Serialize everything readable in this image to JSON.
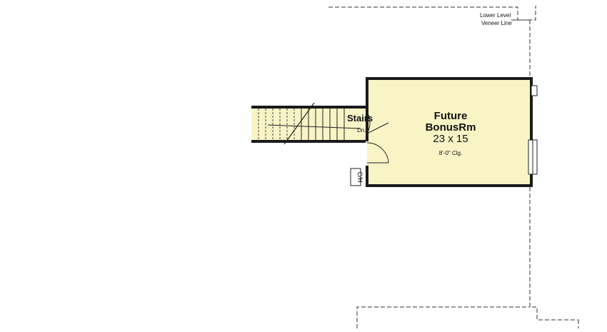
{
  "colors": {
    "room_fill": "#f9f4c6",
    "wall": "#1a1a1a",
    "dashed": "#333333",
    "background": "#ffffff"
  },
  "labels": {
    "lower_level_line1": "Lower Level",
    "lower_level_line2": "Veneer Line",
    "room_name_line1": "Future",
    "room_name_line2": "BonusRm",
    "room_dims": "23 x 15",
    "ceiling": "8'-0\" Clg.",
    "stairs": "Stairs",
    "stairs_direction": "Dn.",
    "closet_tag": "C/H"
  }
}
